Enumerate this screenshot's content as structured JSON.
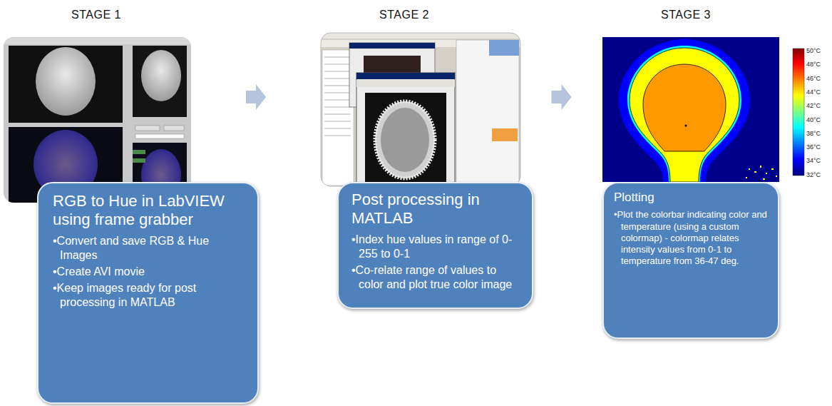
{
  "diagram": {
    "nodes": [
      {
        "text": [
          "RGB to Hue in LabVIEW using frame grabber",
          "•Convert and save RGB & Hue Images",
          "•Create AVI movie",
          "•Keep images ready for post processing in MATLAB"
        ]
      },
      {
        "text": [
          "Post processing in MATLAB",
          "•Index hue values in range of 0-255 to 0-1",
          "•Co-relate range of values to color and plot true color image"
        ]
      },
      {
        "text": [
          "Plotting",
          "•Plot the colorbar indicating color and temperature (using a custom colormap) - colormap relates intensity values from 0-1 to temperature from 36-47 deg."
        ]
      }
    ],
    "edges": [
      {
        "from": 0,
        "to": 1,
        "arrow": "to"
      },
      {
        "from": 1,
        "to": 2,
        "arrow": "to"
      }
    ],
    "labels": [
      "STAGE 1",
      "STAGE 2",
      "STAGE 3",
      "50°C",
      "48°C",
      "46°C",
      "44°C",
      "42°C",
      "40°C",
      "38°C",
      "36°C",
      "34°C",
      "32°C"
    ]
  }
}
